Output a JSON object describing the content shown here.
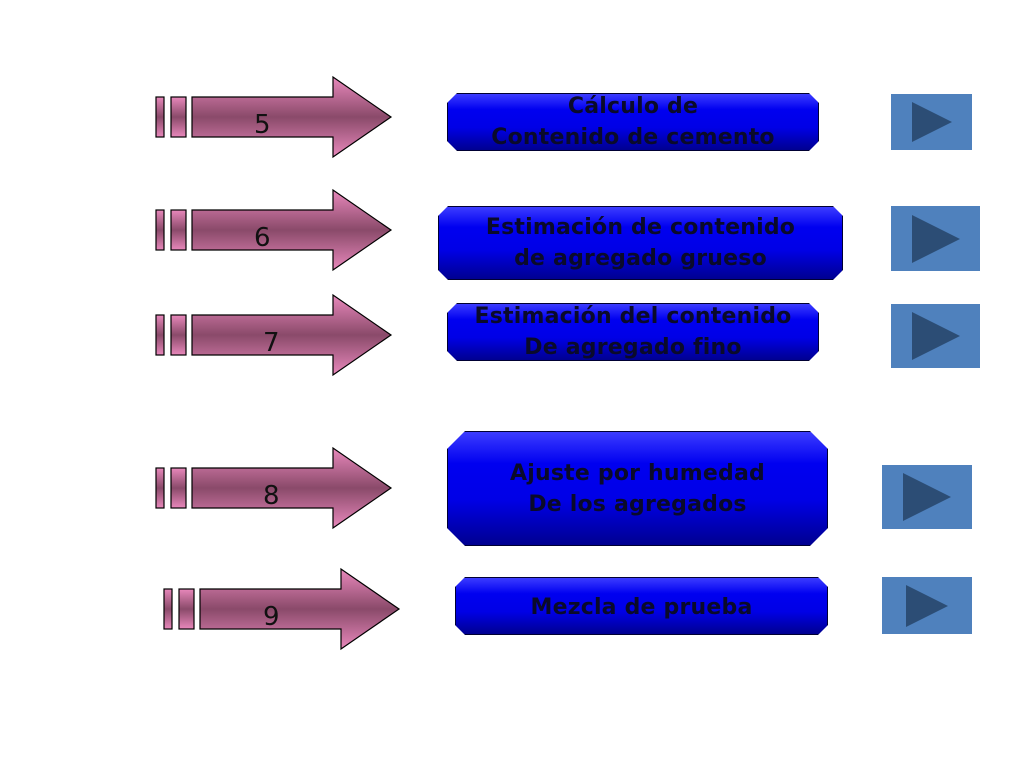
{
  "steps": [
    {
      "number": "5",
      "lines": [
        "Cálculo de",
        "Contenido de cemento"
      ]
    },
    {
      "number": "6",
      "lines": [
        "Estimación de contenido",
        "de agregado grueso"
      ]
    },
    {
      "number": "7",
      "lines": [
        "Estimación del contenido",
        "De agregado fino"
      ]
    },
    {
      "number": "8",
      "lines": [
        "Ajuste por humedad",
        "De los agregados"
      ]
    },
    {
      "number": "9",
      "lines": [
        "Mezcla de prueba"
      ]
    }
  ],
  "colors": {
    "arrow_pink": "#e080b0",
    "arrow_dark": "#7a3a5a",
    "box_blue": "#0000e6",
    "button_blue": "#4f81bd",
    "button_triangle": "#2c4d75"
  },
  "icons": {
    "step_arrow": "striped-right-arrow-icon",
    "play": "play-triangle-icon"
  }
}
